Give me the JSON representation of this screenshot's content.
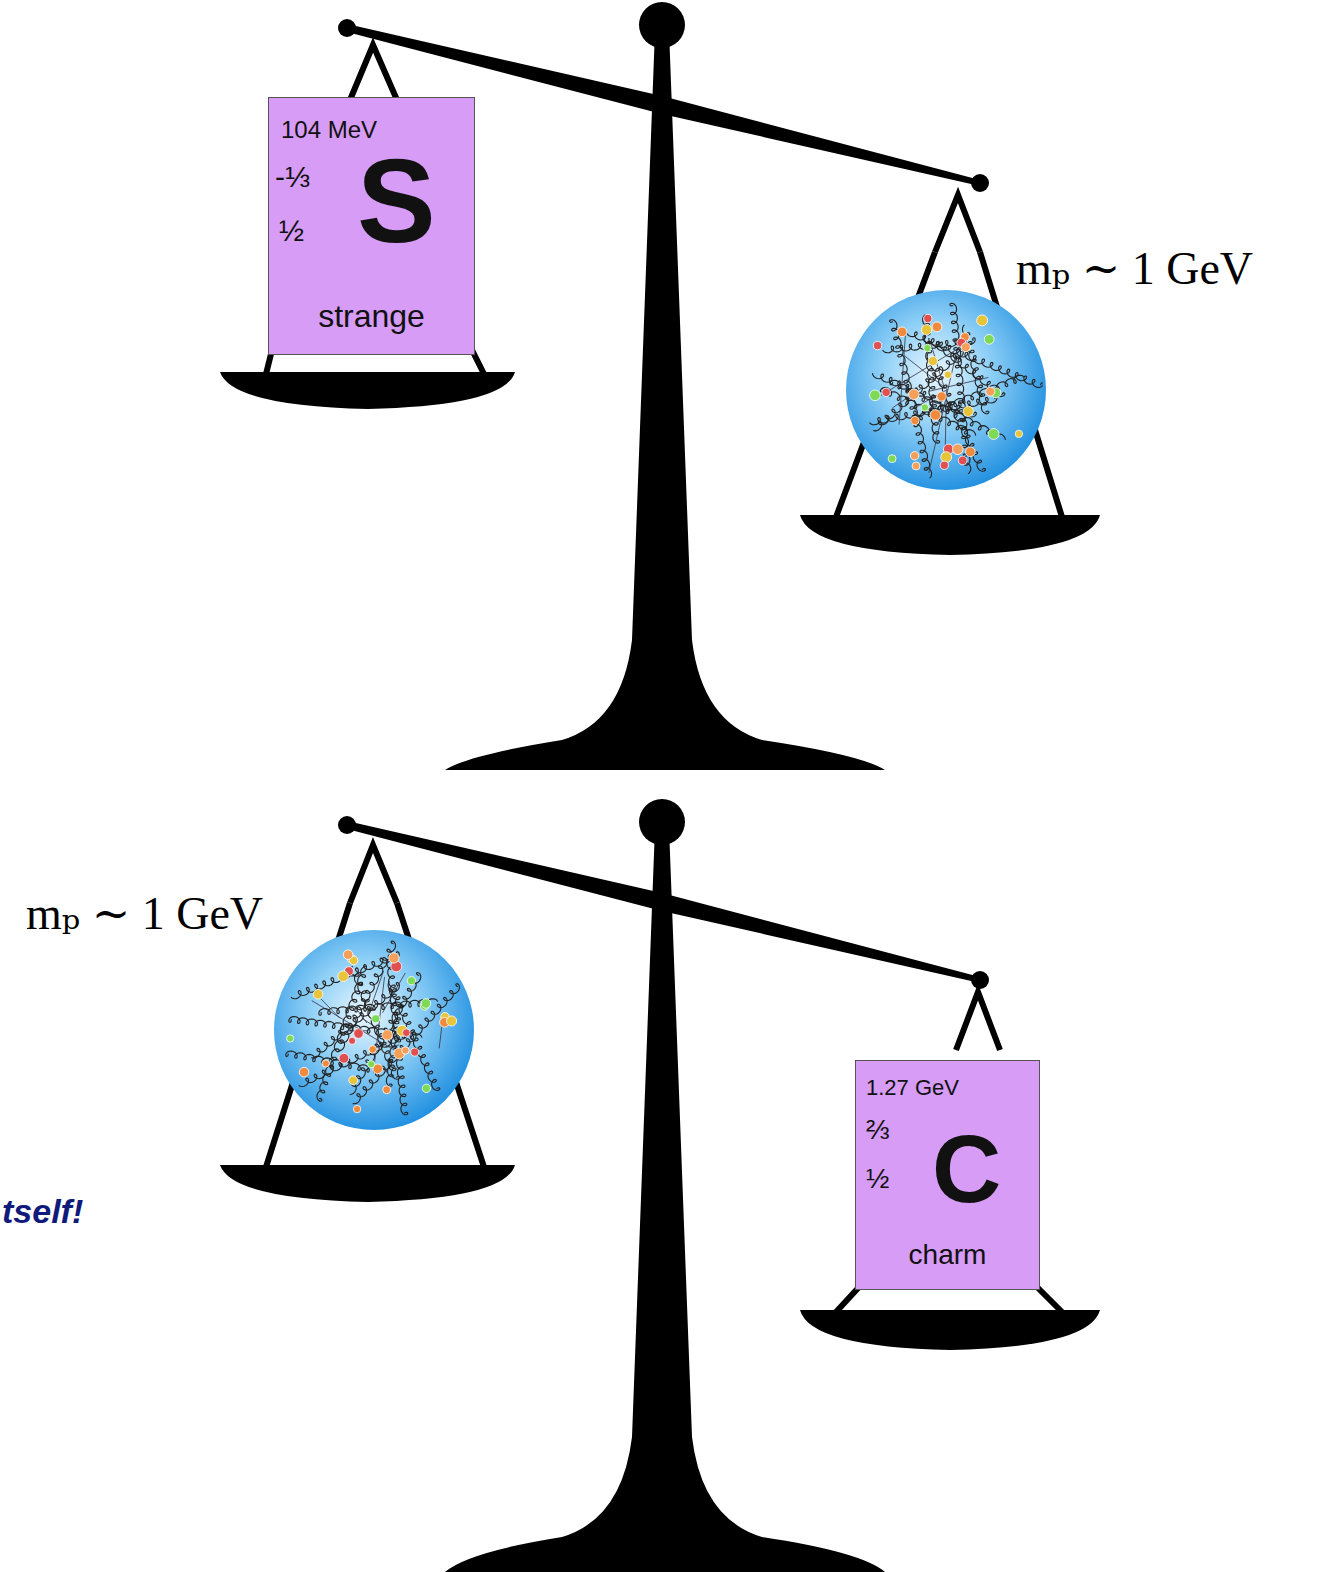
{
  "diagram": {
    "nodes": [
      {
        "text": [
          "104 MeV",
          "-⅓",
          "½",
          "S",
          "strange"
        ]
      },
      {
        "text": [
          "1.27 GeV",
          "⅔",
          "½",
          "C",
          "charm"
        ]
      }
    ],
    "labels": [
      "mₚ ∼ 1 GeV",
      "mₚ ∼ 1 GeV",
      "tself!"
    ]
  }
}
